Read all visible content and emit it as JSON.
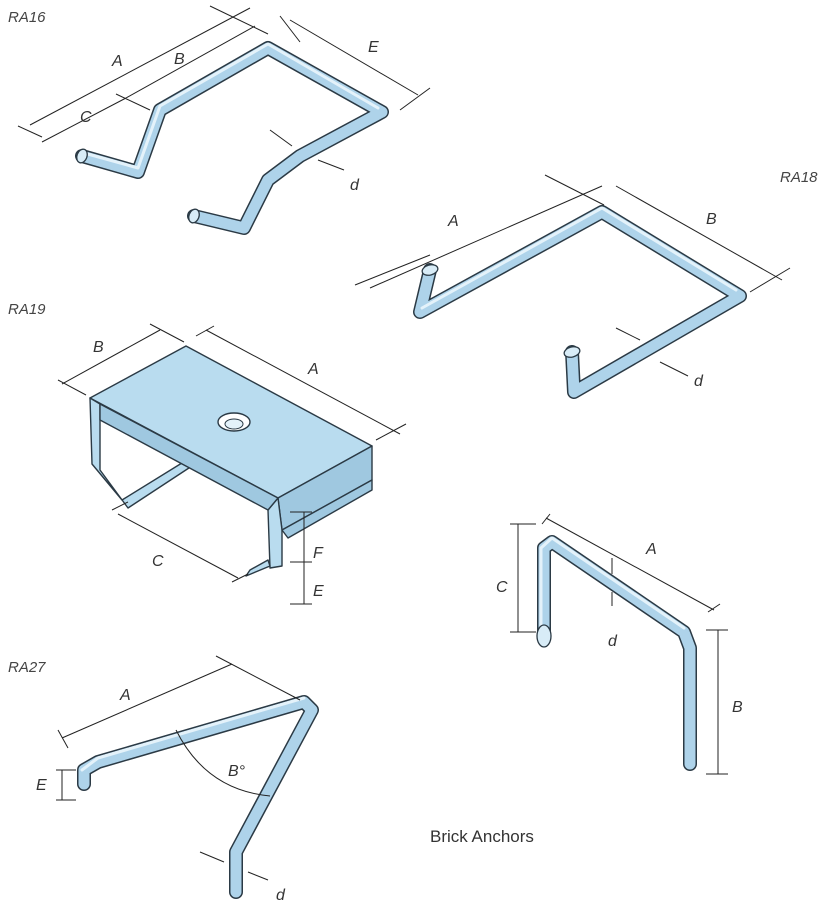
{
  "caption": "Brick Anchors",
  "anchors": {
    "ra16": {
      "tag": "RA16",
      "A": "A",
      "B": "B",
      "C": "C",
      "E": "E",
      "d": "d"
    },
    "ra18": {
      "tag": "RA18",
      "A": "A",
      "B": "B",
      "d": "d"
    },
    "ra19": {
      "tag": "RA19",
      "A": "A",
      "B": "B",
      "C": "C",
      "F": "F",
      "E": "E"
    },
    "ra27": {
      "tag": "RA27",
      "A": "A",
      "B": "B°",
      "E": "E",
      "d": "d"
    },
    "ra_u": {
      "A": "A",
      "B": "B",
      "C": "C",
      "d": "d"
    }
  },
  "colors": {
    "steel": "#aed3ea",
    "outline": "#2b3a45",
    "dimension": "#222222"
  }
}
